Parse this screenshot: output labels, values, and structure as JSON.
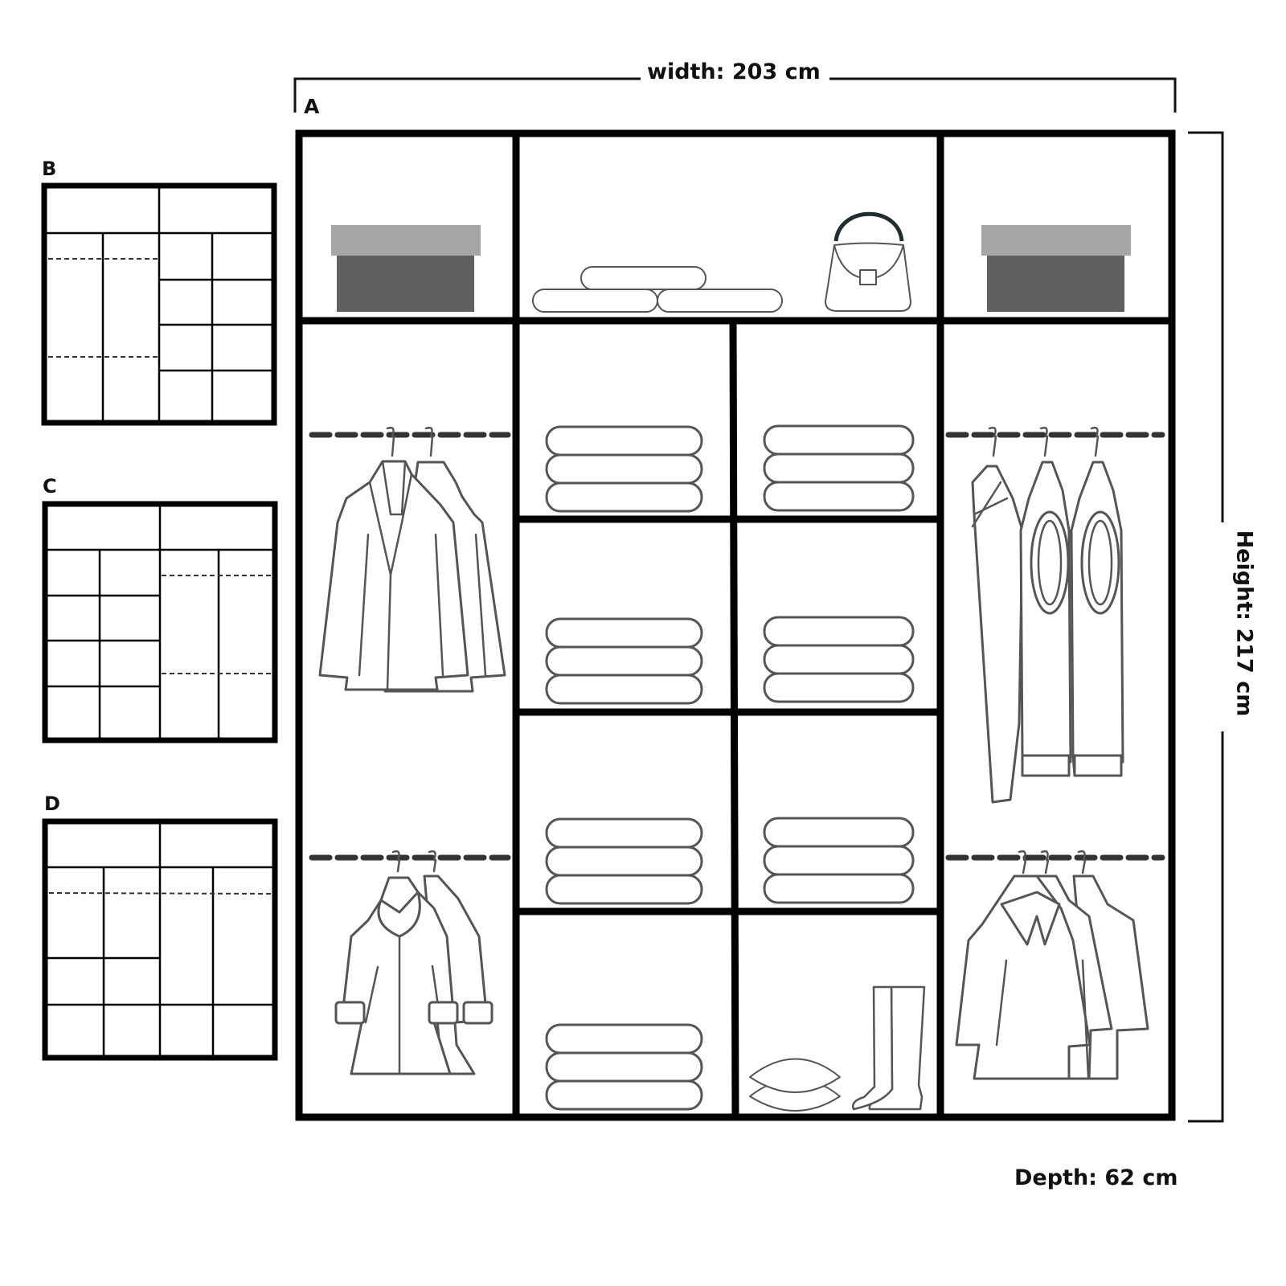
{
  "dimensions": {
    "width_label": "width: 203 cm",
    "height_label": "Height: 217 cm",
    "depth_label": "Depth: 62 cm"
  },
  "main_layout": {
    "label": "A",
    "columns": [
      "hanging (left)",
      "shelves (center-left)",
      "shelves (center-right)",
      "hanging (right)"
    ],
    "top_compartments": [
      {
        "content": "storage-box",
        "box_lid_color": "#a6a6a6",
        "box_body_color": "#606060"
      },
      {
        "content": "folded-towels and handbag"
      },
      {
        "content": "storage-box",
        "box_lid_color": "#a6a6a6",
        "box_body_color": "#606060"
      }
    ],
    "left_column": [
      {
        "content": "blazers on hangers",
        "count": 2
      },
      {
        "content": "fur-cuff coats on hangers",
        "count": 2
      }
    ],
    "center_left_shelves": [
      {
        "content": "folded-stack",
        "count": 3
      },
      {
        "content": "folded-stack",
        "count": 3
      },
      {
        "content": "folded-stack",
        "count": 3
      },
      {
        "content": "folded-stack",
        "count": 3
      }
    ],
    "center_right_shelves": [
      {
        "content": "folded-stack",
        "count": 3
      },
      {
        "content": "folded-stack",
        "count": 3
      },
      {
        "content": "folded-stack",
        "count": 3
      },
      {
        "content": "hats and boots"
      }
    ],
    "right_column": [
      {
        "content": "knit sweaters/vests on hangers",
        "count": 3
      },
      {
        "content": "shirts on hangers",
        "count": 3
      }
    ]
  },
  "variants": [
    {
      "label": "B",
      "description": "left half: two hanging columns with two rails; right half: 2x4 shelves"
    },
    {
      "label": "C",
      "description": "left half: 2x4 shelves; right half: two hanging columns with two rails"
    },
    {
      "label": "D",
      "description": "left: hanging over 2 shelves; right: long hanging; bottom row of 4 shelves"
    }
  ],
  "colors": {
    "frame": "#000000",
    "item_stroke": "#555555",
    "rail": "#333333"
  }
}
